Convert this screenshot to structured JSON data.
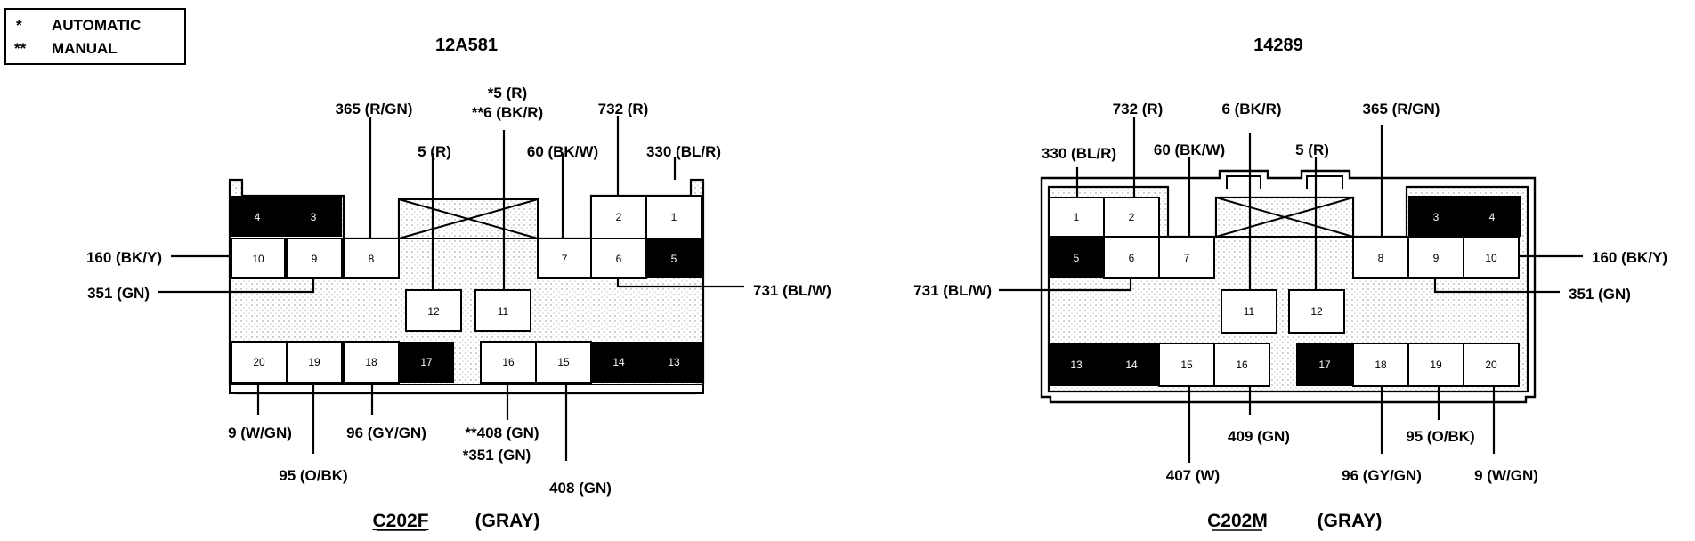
{
  "legend": {
    "automatic_mark": "*",
    "automatic": "AUTOMATIC",
    "manual_mark": "**",
    "manual": "MANUAL"
  },
  "left": {
    "part_number": "12A581",
    "name": "C202F",
    "color": "(GRAY)",
    "wires": {
      "w365": "365 (R/GN)",
      "w5_auto": "*5 (R)",
      "w6_manual": "**6 (BK/R)",
      "w732": "732 (R)",
      "w5": "5 (R)",
      "w60": "60 (BK/W)",
      "w330": "330 (BL/R)",
      "w160": "160 (BK/Y)",
      "w351": "351 (GN)",
      "w731": "731 (BL/W)",
      "w9": "9 (W/GN)",
      "w96": "96 (GY/GN)",
      "w408_manual": "**408 (GN)",
      "w351_auto": "*351 (GN)",
      "w95": "95 (O/BK)",
      "w408": "408 (GN)"
    },
    "pins": {
      "p1": "1",
      "p2": "2",
      "p3": "3",
      "p4": "4",
      "p5": "5",
      "p6": "6",
      "p7": "7",
      "p8": "8",
      "p9": "9",
      "p10": "10",
      "p11": "11",
      "p12": "12",
      "p13": "13",
      "p14": "14",
      "p15": "15",
      "p16": "16",
      "p17": "17",
      "p18": "18",
      "p19": "19",
      "p20": "20"
    }
  },
  "right": {
    "part_number": "14289",
    "name": "C202M",
    "color": "(GRAY)",
    "wires": {
      "w732": "732 (R)",
      "w6": "6 (BK/R)",
      "w365": "365 (R/GN)",
      "w330": "330 (BL/R)",
      "w60": "60 (BK/W)",
      "w5": "5 (R)",
      "w160": "160 (BK/Y)",
      "w731": "731 (BL/W)",
      "w351": "351 (GN)",
      "w409": "409 (GN)",
      "w95": "95 (O/BK)",
      "w407": "407 (W)",
      "w96": "96 (GY/GN)",
      "w9": "9 (W/GN)"
    },
    "pins": {
      "p1": "1",
      "p2": "2",
      "p3": "3",
      "p4": "4",
      "p5": "5",
      "p6": "6",
      "p7": "7",
      "p8": "8",
      "p9": "9",
      "p10": "10",
      "p11": "11",
      "p12": "12",
      "p13": "13",
      "p14": "14",
      "p15": "15",
      "p16": "16",
      "p17": "17",
      "p18": "18",
      "p19": "19",
      "p20": "20"
    }
  },
  "colors": {
    "ink": "#000000",
    "paper": "#ffffff",
    "shade": "#d9d9d9"
  }
}
